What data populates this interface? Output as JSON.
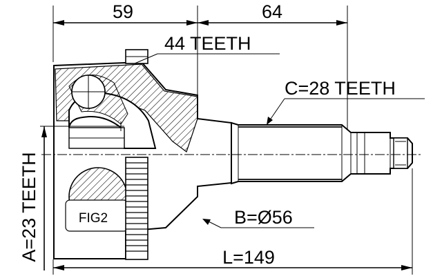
{
  "dimensions": {
    "top_left": "59",
    "top_right": "64",
    "overall": "L=149"
  },
  "callouts": {
    "housing_teeth": "44 TEETH",
    "shaft_spline": "C=28 TEETH",
    "abs_ring": "A=23 TEETH",
    "diameter": "B=Ø56",
    "figure_ref": "FIG2"
  }
}
